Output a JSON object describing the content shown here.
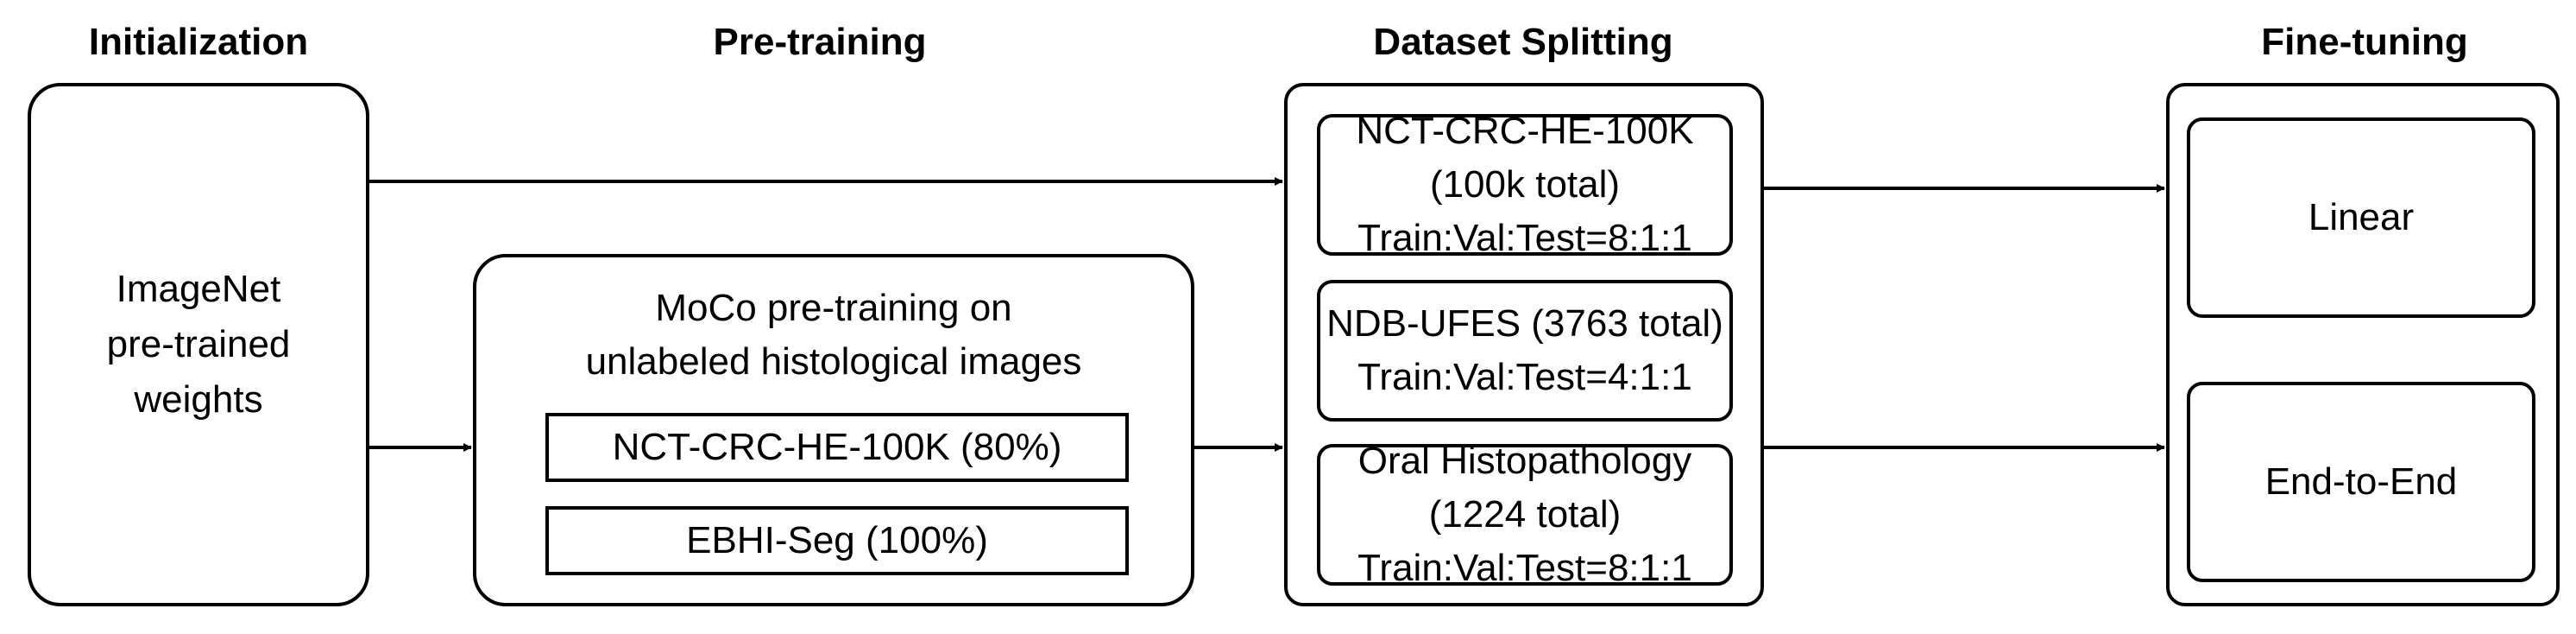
{
  "headers": {
    "initialization": "Initialization",
    "pretraining": "Pre-training",
    "splitting": "Dataset Splitting",
    "finetuning": "Fine-tuning"
  },
  "init_box": {
    "line1": "ImageNet",
    "line2": "pre-trained",
    "line3": "weights"
  },
  "moco_box": {
    "line1": "MoCo pre-training on",
    "line2": "unlabeled histological images",
    "dataset1": "NCT-CRC-HE-100K (80%)",
    "dataset2": "EBHI-Seg (100%)"
  },
  "split_box": {
    "items": [
      {
        "name": "NCT-CRC-HE-100K (100k total)",
        "ratio": "Train:Val:Test=8:1:1"
      },
      {
        "name": "NDB-UFES (3763 total)",
        "ratio": "Train:Val:Test=4:1:1"
      },
      {
        "name": "Oral Histopathology (1224 total)",
        "ratio": "Train:Val:Test=8:1:1"
      }
    ]
  },
  "finetune_box": {
    "linear": "Linear",
    "end_to_end": "End-to-End"
  }
}
